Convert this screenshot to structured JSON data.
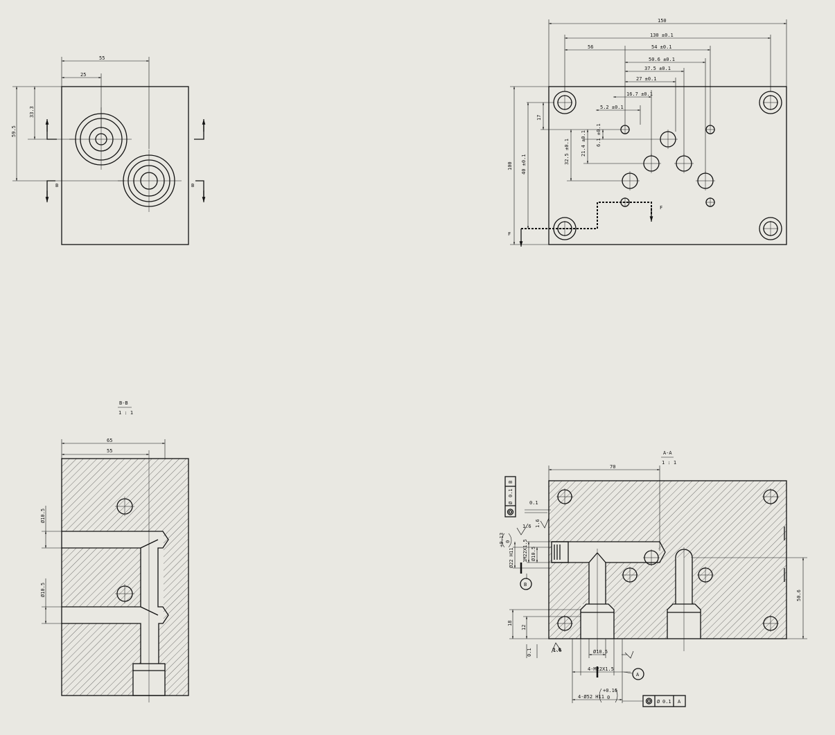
{
  "front": {
    "dims": [
      "55",
      "25",
      "33.3",
      "59.5"
    ],
    "markers": [
      "B",
      "B"
    ]
  },
  "top": {
    "dims": [
      "150",
      "130 ±0.1",
      "56",
      "54 ±0.1",
      "50.6 ±0.1",
      "37.5 ±0.1",
      "27 ±0.1",
      "16.7 ±0.1",
      "5.2 ±0.1",
      "17",
      "100",
      "40 ±0.1",
      "6.1 ±0.1",
      "21.4 ±0.1",
      "32.5 ±0.1"
    ],
    "markers": [
      "F",
      "F"
    ]
  },
  "sectionB": {
    "title": "B-B",
    "scale": "1 : 1",
    "dims": [
      "65",
      "55",
      "Ø10.5",
      "Ø10.5"
    ]
  },
  "sectionA": {
    "title": "A-A",
    "scale": "1 : 1",
    "dims": [
      "70",
      "50.6",
      "Ø10.5",
      "1M22X1.5",
      "Ø22 H11",
      "18",
      "12",
      "0.1",
      "0.1",
      "4-M22X1.5",
      "4-Ø52 H11",
      "Ø10.5",
      "0.6"
    ],
    "tol": [
      "+0.13",
      "0",
      "+0.16",
      "0"
    ],
    "fcf_top": [
      "Ø",
      "0.1",
      "B"
    ],
    "fcf_bottom": [
      "Ø",
      "0.1",
      "A"
    ],
    "datums": [
      "B",
      "A"
    ],
    "roughness": [
      "1.6",
      "1.6",
      "1.6"
    ]
  }
}
